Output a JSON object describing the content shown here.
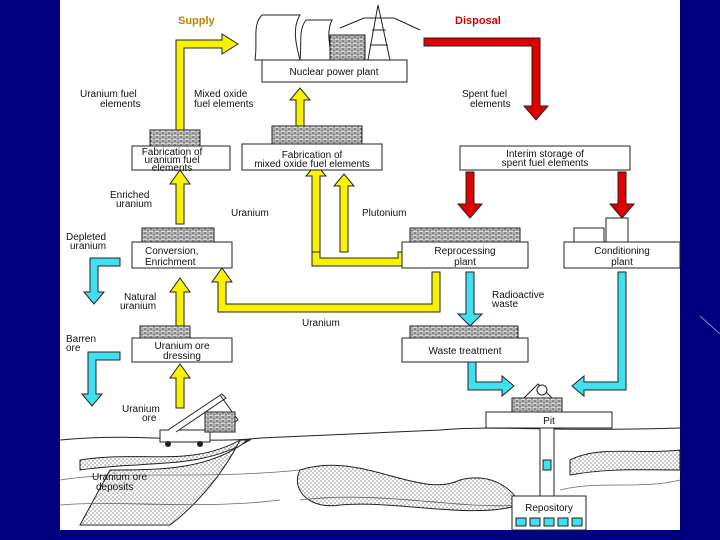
{
  "header": {
    "supply": "Supply",
    "disposal": "Disposal"
  },
  "facilities": {
    "power_plant": "Nuclear power plant",
    "fab_uranium": [
      "Fabrication of",
      "uranium fuel",
      "elements"
    ],
    "fab_mox": [
      "Fabrication of",
      "mixed oxide fuel elements"
    ],
    "interim": [
      "Interim storage of",
      "spent fuel elements"
    ],
    "conversion": [
      "Conversion,",
      "Enrichment"
    ],
    "reprocessing": [
      "Reprocessing",
      "plant"
    ],
    "conditioning": [
      "Conditioning",
      "plant"
    ],
    "ore_dressing": [
      "Uranium ore",
      "dressing"
    ],
    "waste_treatment": "Waste treatment",
    "pit": "Pit",
    "repository": "Repository"
  },
  "flows": {
    "uranium_fuel": [
      "Uranium fuel",
      "elements"
    ],
    "mox_fuel": [
      "Mixed oxide",
      "fuel elements"
    ],
    "spent_fuel": [
      "Spent fuel",
      "elements"
    ],
    "enriched": [
      "Enriched",
      "uranium"
    ],
    "uranium": "Uranium",
    "plutonium": "Plutonium",
    "depleted": [
      "Depleted",
      "uranium"
    ],
    "natural": [
      "Natural",
      "uranium"
    ],
    "radioactive": [
      "Radioactive",
      "waste"
    ],
    "uranium_bottom": "Uranium",
    "barren": [
      "Barren",
      "ore"
    ],
    "uranium_ore": [
      "Uranium",
      "ore"
    ],
    "ore_deposits": [
      "Uranium ore",
      "deposits"
    ]
  },
  "colors": {
    "supply_arrow": "#f8f200",
    "disposal_arrow": "#e00000",
    "waste_arrow": "#40e0f0",
    "header_supply": "#c08000",
    "header_disposal": "#d00000",
    "background": "#000080"
  }
}
